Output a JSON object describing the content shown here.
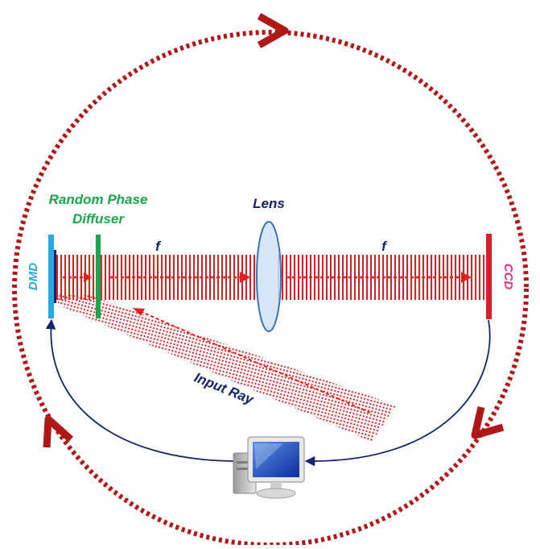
{
  "labels": {
    "diffuser_line1": "Random Phase",
    "diffuser_line2": "Diffuser",
    "lens": "Lens",
    "focal_left": "f",
    "focal_right": "f",
    "dmd": "DMD",
    "ccd": "CCD",
    "input_ray": "Input Ray"
  },
  "colors": {
    "loop": "#b01818",
    "beam": "#e02020",
    "diffuser": "#1aa64a",
    "dmd": "#29a9e1",
    "ccd": "#e11b2a",
    "ccd_label": "#e8307a",
    "navy": "#12246b",
    "lens_fill": "#cfe3f7",
    "lens_stroke": "#3a73b8"
  },
  "icons": {
    "computer": "computer-monitor-icon"
  }
}
